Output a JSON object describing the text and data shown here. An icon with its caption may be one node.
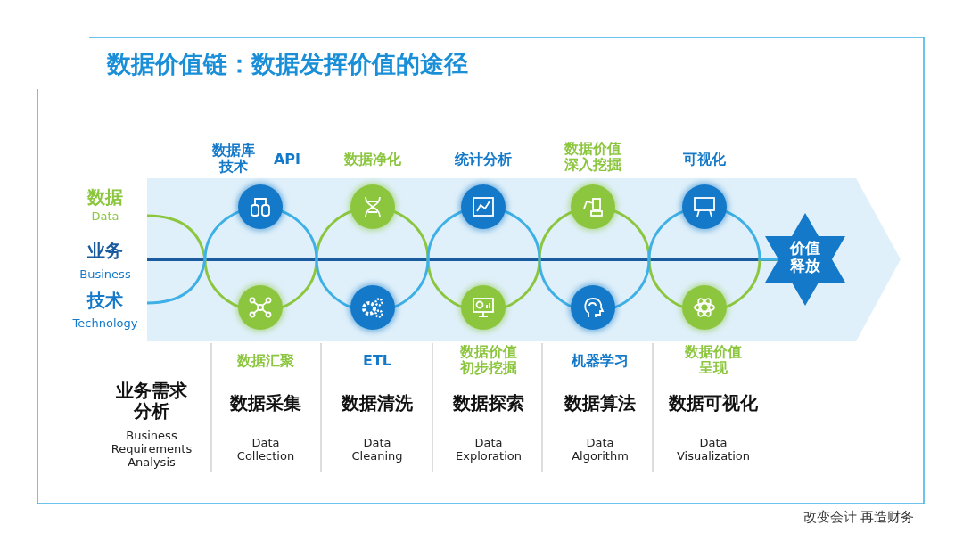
{
  "diagram": {
    "title": "数据价值链：数据发挥价值的途径",
    "nodes": [
      {
        "text": [
          "数据库技术",
          "API"
        ]
      },
      {
        "text": [
          "数据净化"
        ]
      },
      {
        "text": [
          "统计分析"
        ]
      },
      {
        "text": [
          "数据价值深入挖掘"
        ]
      },
      {
        "text": [
          "可视化"
        ]
      },
      {
        "text": [],
        "shape": "circle"
      },
      {
        "text": [],
        "shape": "circle"
      },
      {
        "text": [],
        "shape": "circle"
      },
      {
        "text": [],
        "shape": "circle"
      },
      {
        "text": [],
        "shape": "circle"
      },
      {
        "text": [
          "价值释放"
        ]
      }
    ],
    "labels": [
      "数据",
      "Data",
      "业务",
      "Business",
      "技术",
      "Technology",
      "数据汇聚",
      "ETL",
      "数据价值初步挖掘",
      "机器学习",
      "数据价值呈现",
      "业务需求分析",
      "数据采集",
      "数据清洗",
      "数据探索",
      "数据算法",
      "数据可视化",
      "Business Requirements Analysis",
      "Data Collection",
      "Data Cleaning",
      "Data Exploration",
      "Data Algorithm",
      "Data Visualization",
      "改变会计 再造财务"
    ]
  }
}
